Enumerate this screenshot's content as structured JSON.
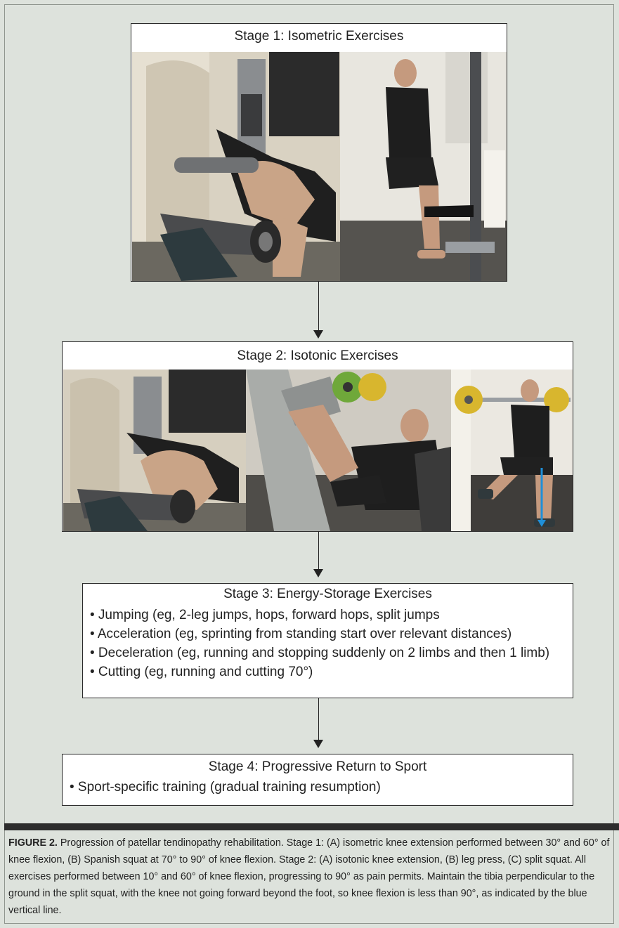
{
  "stages": [
    {
      "title": "Stage 1: Isometric Exercises"
    },
    {
      "title": "Stage 2: Isotonic Exercises"
    },
    {
      "title": "Stage 3: Energy-Storage Exercises",
      "bullets": [
        "• Jumping (eg, 2-leg jumps, hops, forward hops, split jumps",
        "• Acceleration (eg, sprinting from standing start over relevant distances)",
        "• Deceleration (eg, running and stopping suddenly on 2 limbs and then 1 limb)",
        "• Cutting (eg, running and cutting 70°)"
      ]
    },
    {
      "title": "Stage 4: Progressive Return to Sport",
      "bullets": [
        "• Sport-specific training (gradual training resumption)"
      ]
    }
  ],
  "caption": {
    "label": "FIGURE 2.",
    "text": " Progression of patellar tendinopathy rehabilitation. Stage 1: (A) isometric knee extension performed between 30° and 60° of knee flexion, (B) Spanish squat at 70° to 90° of knee flexion. Stage 2: (A) isotonic knee extension, (B) leg press, (C) split squat. All exercises performed between 10° and 60° of knee flexion, progressing to 90° as pain permits. Maintain the tibia perpendicular to the ground in the split squat, with the knee not going forward beyond the foot, so knee flexion is less than 90°, as indicated by the blue vertical line."
  },
  "colors": {
    "background": "#dde2dc",
    "box": "#ffffff",
    "rule": "#2d2d2d",
    "indicator_line": "#1f8fd8"
  }
}
